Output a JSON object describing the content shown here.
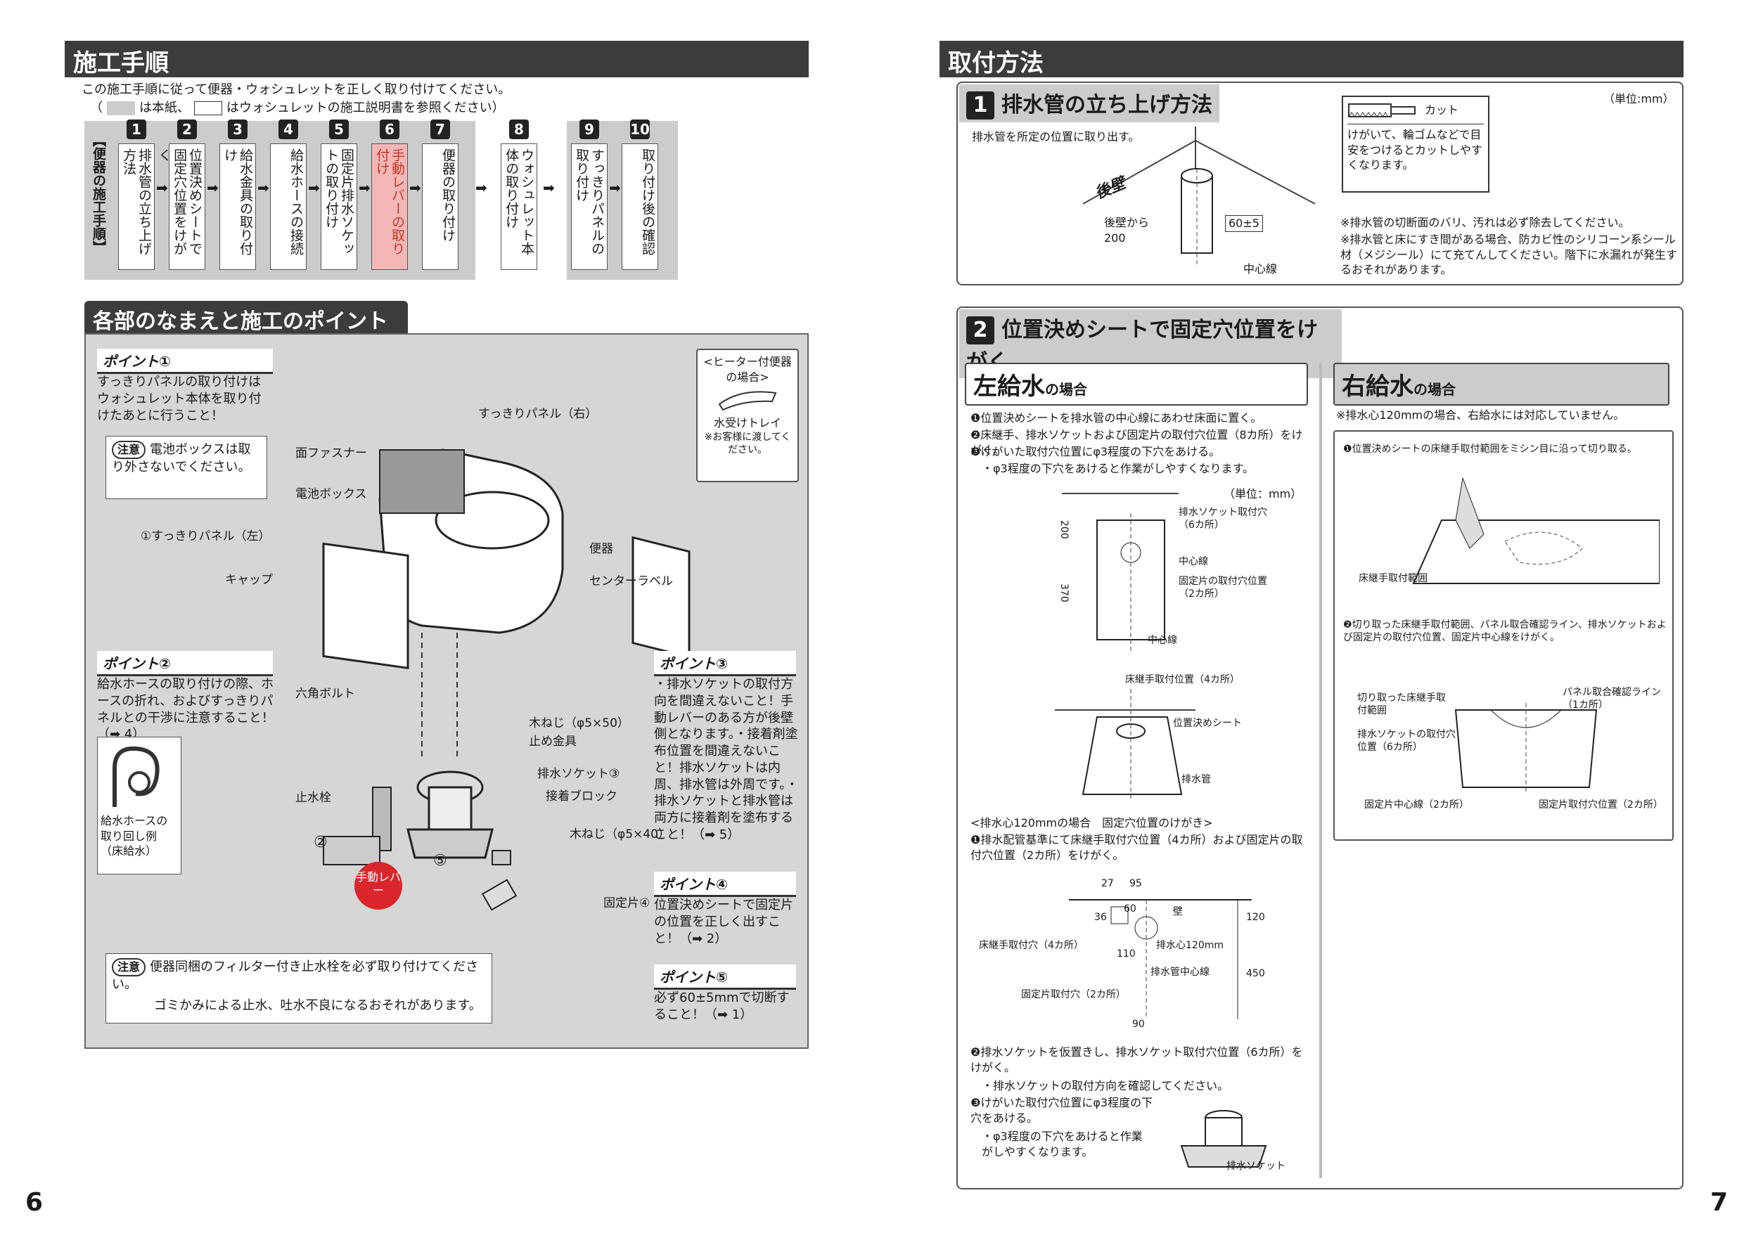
{
  "left": {
    "title": "施工手順",
    "intro": "この施工手順に従って便器・ウォシュレットを正しく取り付けてください。",
    "legend_1": "は本紙、",
    "legend_2": "はウォシュレットの施工説明書を参照ください）",
    "legend_open": "（",
    "group_label": "【便器の施工手順】",
    "steps": [
      {
        "n": "1",
        "label": "排水管の立ち上げ方法"
      },
      {
        "n": "2",
        "label": "位置決めシートで固定穴位置をけがく"
      },
      {
        "n": "3",
        "label": "給水金具の取り付け"
      },
      {
        "n": "4",
        "label": "給水ホースの接続"
      },
      {
        "n": "5",
        "label": "固定片排水ソケットの取り付け"
      },
      {
        "n": "6",
        "label": "手動レバーの取り付け"
      },
      {
        "n": "7",
        "label": "便器の取り付け"
      },
      {
        "n": "8",
        "label": "ウォシュレット本体の取り付け"
      },
      {
        "n": "9",
        "label": "すっきりパネルの取り付け"
      },
      {
        "n": "10",
        "label": "取り付け後の確認"
      }
    ],
    "parts_title": "各部のなまえと施工のポイント",
    "point1_title": "ポイント①",
    "point1_text": "すっきりパネルの取り付けはウォシュレット本体を取り付けたあとに行うこと！",
    "caution_label": "注意",
    "caution1": "電池ボックスは取り外さないでください。",
    "heater_title": "<ヒーター付便器の場合>",
    "heater_part": "水受けトレイ",
    "heater_note": "※お客様に渡してください。",
    "point2_title": "ポイント②",
    "point2_text": "給水ホースの取り付けの際、ホースの折れ、およびすっきりパネルとの干渉に注意すること！（➡ 4）",
    "hose_caption": "給水ホースの取り回し例（床給水）",
    "point3_title": "ポイント③",
    "point3_text": "・排水ソケットの取付方向を間違えないこと！手動レバーのある方が後壁側となります。・接着剤塗布位置を間違えないこと！排水ソケットは内周、排水管は外周です。・排水ソケットと排水管は両方に接着剤を塗布すること！（➡ 5）",
    "point4_title": "ポイント④",
    "point4_text": "位置決めシートで固定片の位置を正しく出すこと！（➡ 2）",
    "point5_title": "ポイント⑤",
    "point5_text": "必ず60±5mmで切断すること！（➡ 1）",
    "caution2_a": "便器同梱のフィルター付き止水栓を必ず取り付けてください。",
    "caution2_b": "ゴミかみによる止水、吐水不良になるおそれがあります。",
    "labels": {
      "panel_right": "すっきりパネル（右）",
      "fastener": "面ファスナー",
      "battery": "電池ボックス",
      "panel_left": "①すっきりパネル（左）",
      "cap": "キャップ",
      "bowl": "便器",
      "center_label": "センターラベル",
      "hex_bolt": "六角ボルト",
      "wood_screw1": "木ねじ（φ5×50）",
      "stop_fitting": "止め金具",
      "socket": "排水ソケット③",
      "adhesive": "接着ブロック",
      "valve": "止水栓",
      "wood_screw2": "木ねじ（φ5×40）",
      "fixing": "固定片④",
      "lever": "手動レバー",
      "c2": "②",
      "c5": "⑤"
    },
    "page": "6"
  },
  "right": {
    "title": "取付方法",
    "s1_num": "1",
    "s1_title": "排水管の立ち上げ方法",
    "unit": "（単位:mm）",
    "s1_text": "排水管を所定の位置に取り出す。",
    "cut_label": "カット",
    "cut_note": "けがいて、輪ゴムなどで目安をつけるとカットしやすくなります。",
    "back_wall": "後壁",
    "from_wall": "後壁から200",
    "dim_60": "60±5",
    "center_line": "中心線",
    "s1_note1": "※排水管の切断面のバリ、汚れは必ず除去してください。",
    "s1_note2": "※排水管と床にすき間がある場合、防カビ性のシリコーン系シール材（メジシール）にて充てんしてください。階下に水漏れが発生するおそれがあります。",
    "s2_num": "2",
    "s2_title": "位置決めシートで固定穴位置をけがく",
    "left_supply": "左給水",
    "right_supply": "右給水",
    "case": "の場合",
    "l_step1": "❶位置決めシートを排水管の中心線にあわせ床面に置く。",
    "l_step2": "❷床継手、排水ソケットおよび固定片の取付穴位置（8カ所）をけがく。",
    "l_step3": "❸けがいた取付穴位置にφ3程度の下穴をあける。",
    "l_step3b": "・φ3程度の下穴をあけると作業がしやすくなります。",
    "unit2": "（単位：mm）",
    "d_socket_holes": "排水ソケット取付穴（6カ所）",
    "d_center": "中心線",
    "d_fix_pos": "固定片の取付穴位置（2カ所）",
    "d_center2": "中心線",
    "d_200": "200",
    "d_370": "370",
    "d_floor_joint": "床継手取付位置（4カ所）",
    "d_sheet": "位置決めシート",
    "d_pipe": "排水管",
    "case120_title": "<排水心120mmの場合　固定穴位置のけがき>",
    "case120_text": "❶排水配管基準にて床継手取付穴位置（4カ所）および固定片の取付穴位置（2カ所）をけがく。",
    "d120": {
      "d27": "27",
      "d95": "95",
      "d36": "36",
      "d60": "60",
      "d120": "120",
      "d110": "110",
      "d450": "450",
      "d90": "90",
      "wall": "壁",
      "floor_hole": "床継手取付穴（4カ所）",
      "drain120": "排水心120mm",
      "drain_center": "排水管中心線",
      "fix_hole": "固定片取付穴（2カ所）"
    },
    "l_step4": "❷排水ソケットを仮置きし、排水ソケット取付穴位置（6カ所）をけがく。",
    "l_step4b": "・排水ソケットの取付方向を確認してください。",
    "l_step5": "❸けがいた取付穴位置にφ3程度の下穴をあける。",
    "l_step5b": "・φ3程度の下穴をあけると作業がしやすくなります。",
    "d_socket": "排水ソケット",
    "r_note": "※排水心120mmの場合、右給水には対応していません。",
    "r_step1": "❶位置決めシートの床継手取付範囲をミシン目に沿って切り取る。",
    "r_range": "床継手取付範囲",
    "r_step2": "❷切り取った床継手取付範囲、パネル取合確認ライン、排水ソケットおよび固定片の取付穴位置、固定片中心線をけがく。",
    "r_cut_range": "切り取った床継手取付範囲",
    "r_panel_line": "パネル取合確認ライン（1カ所）",
    "r_socket_pos": "排水ソケットの取付穴位置（6カ所）",
    "r_fix_center": "固定片中心線（2カ所）",
    "r_fix_pos": "固定片取付穴位置（2カ所）",
    "page": "7"
  }
}
